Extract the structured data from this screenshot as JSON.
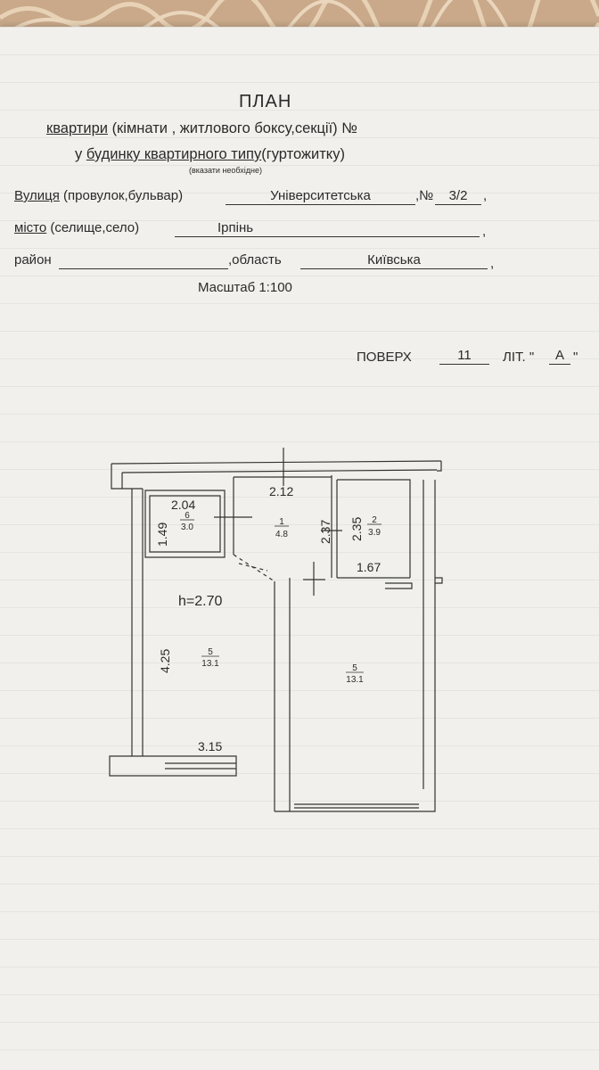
{
  "header": {
    "title": "ПЛАН",
    "line1_link": "квартири",
    "line1_rest": "(кімнати , житлового  боксу,секції) №",
    "line2_prefix": "у",
    "line2_link": "будинку квартирного типу",
    "line2_rest": "(гуртожитку)",
    "note": "(вказати необхідне)"
  },
  "address": {
    "street_label": "Вулиця",
    "street_hint": "(провулок,бульвар)",
    "street_value": "Університетська",
    "number_label": ",№",
    "number_value": "3/2",
    "city_label": "місто",
    "city_hint": "(селище,село)",
    "city_value": "Ірпінь",
    "district_label": "район",
    "district_value": "",
    "region_label": ",область",
    "region_value": "Київська",
    "comma": ","
  },
  "scale": "Масштаб 1:100",
  "floor": {
    "label": "ПОВЕРХ",
    "value": "11",
    "lit_label": "ЛІТ. \"",
    "lit_value": "А",
    "lit_close": "\""
  },
  "plan": {
    "ceiling": "h=2.70",
    "dims": {
      "d204": "2.04",
      "d149": "1.49",
      "d212": "2.12",
      "d237": "2.37",
      "d235": "2.35",
      "d167": "1.67",
      "d425": "4.25",
      "d315": "3.15"
    },
    "rooms": [
      {
        "num": "6",
        "area": "3.0"
      },
      {
        "num": "1",
        "area": "4.8"
      },
      {
        "num": "2",
        "area": "3.9"
      },
      {
        "num": "5",
        "area": "13.1"
      },
      {
        "num": "5",
        "area": "13.1"
      }
    ]
  }
}
